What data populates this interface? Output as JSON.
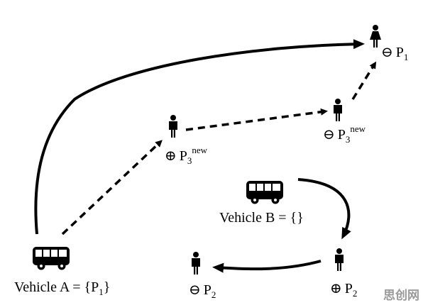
{
  "labels": {
    "vehicle_a": "Vehicle A = {P",
    "vehicle_a_sub": "1",
    "vehicle_a_close": "}",
    "vehicle_b": "Vehicle B = {}",
    "p1_minus_sign": "⊖",
    "p1_minus_letter": "P",
    "p1_minus_sub": "1",
    "p3new_plus_sign": "⊕",
    "p3new_plus_letter": "P",
    "p3new_plus_sub": "3",
    "p3new_plus_sup": "new",
    "p3new_minus_sign": "⊖",
    "p3new_minus_letter": "P",
    "p3new_minus_sub": "3",
    "p3new_minus_sup": "new",
    "p2_plus_sign": "⊕",
    "p2_plus_letter": "P",
    "p2_plus_sub": "2",
    "p2_minus_sign": "⊖",
    "p2_minus_letter": "P",
    "p2_minus_sub": "2"
  },
  "watermark": "思创网",
  "icons": {
    "vehicle": "bus-icon",
    "passenger": "person-icon",
    "passenger_female": "person-female-icon"
  },
  "colors": {
    "ink": "#000000",
    "watermark": "#9a9a9a"
  }
}
